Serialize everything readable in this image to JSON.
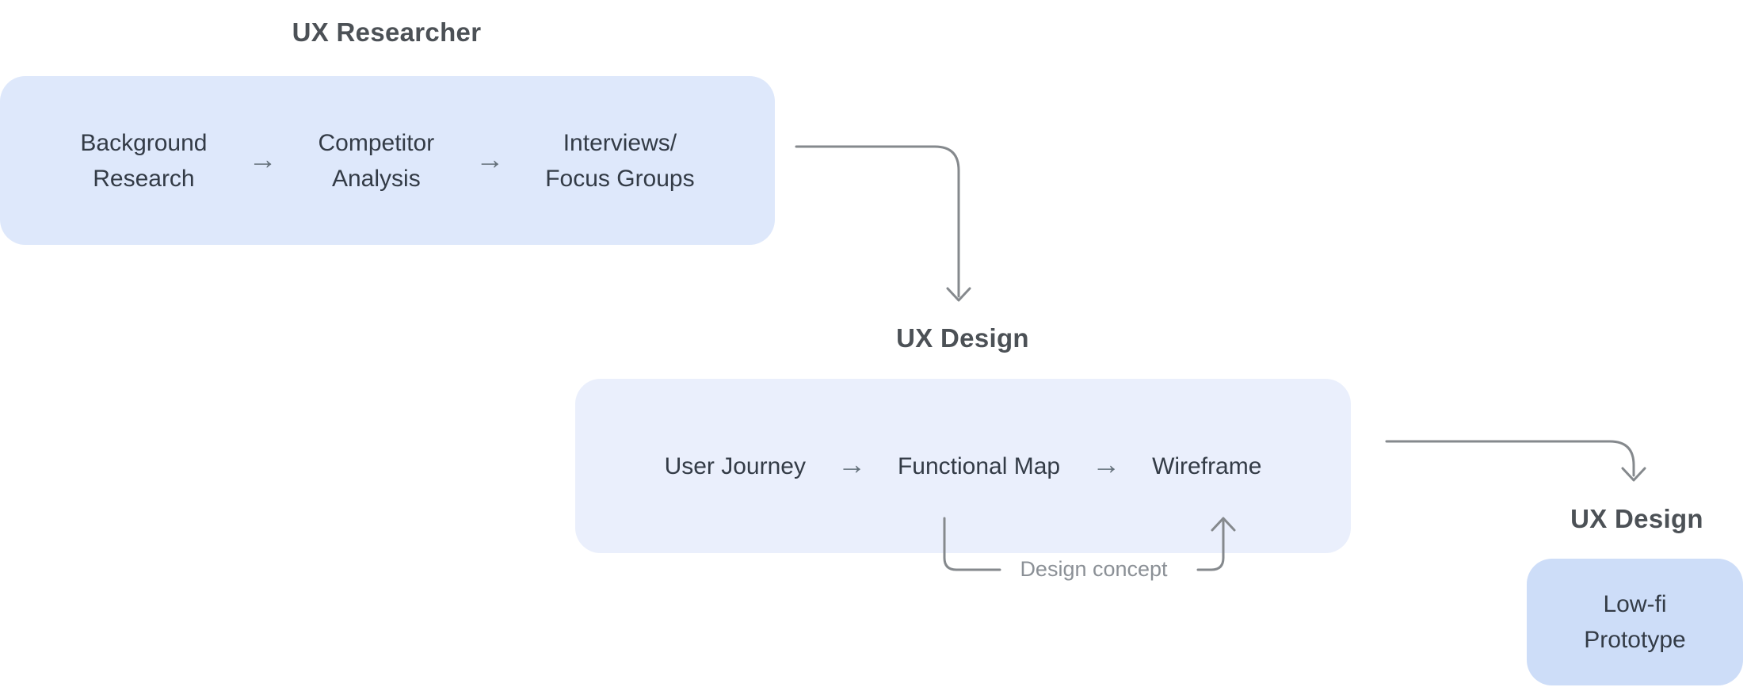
{
  "diagram": {
    "researcher": {
      "title": "UX Researcher",
      "steps": [
        {
          "line1": "Background",
          "line2": "Research"
        },
        {
          "line1": "Competitor",
          "line2": "Analysis"
        },
        {
          "line1": "Interviews/",
          "line2": "Focus Groups"
        }
      ]
    },
    "design": {
      "title": "UX Design",
      "steps": [
        "User Journey",
        "Functional Map",
        "Wireframe"
      ],
      "feedback_label": "Design concept"
    },
    "prototype": {
      "title": "UX Design",
      "box": {
        "line1": "Low-fi",
        "line2": "Prototype"
      }
    }
  },
  "glyphs": {
    "arrow_right": "→"
  },
  "colors": {
    "background": "#ffffff",
    "box_researcher": "#dee8fb",
    "box_design": "#eaeffc",
    "box_prototype": "#cdddf8",
    "step_text": "#333b46",
    "stage_title_text": "#4c5156",
    "inline_arrow": "#64707a",
    "connector_line": "#85898d",
    "feedback_text": "#8b9096"
  }
}
